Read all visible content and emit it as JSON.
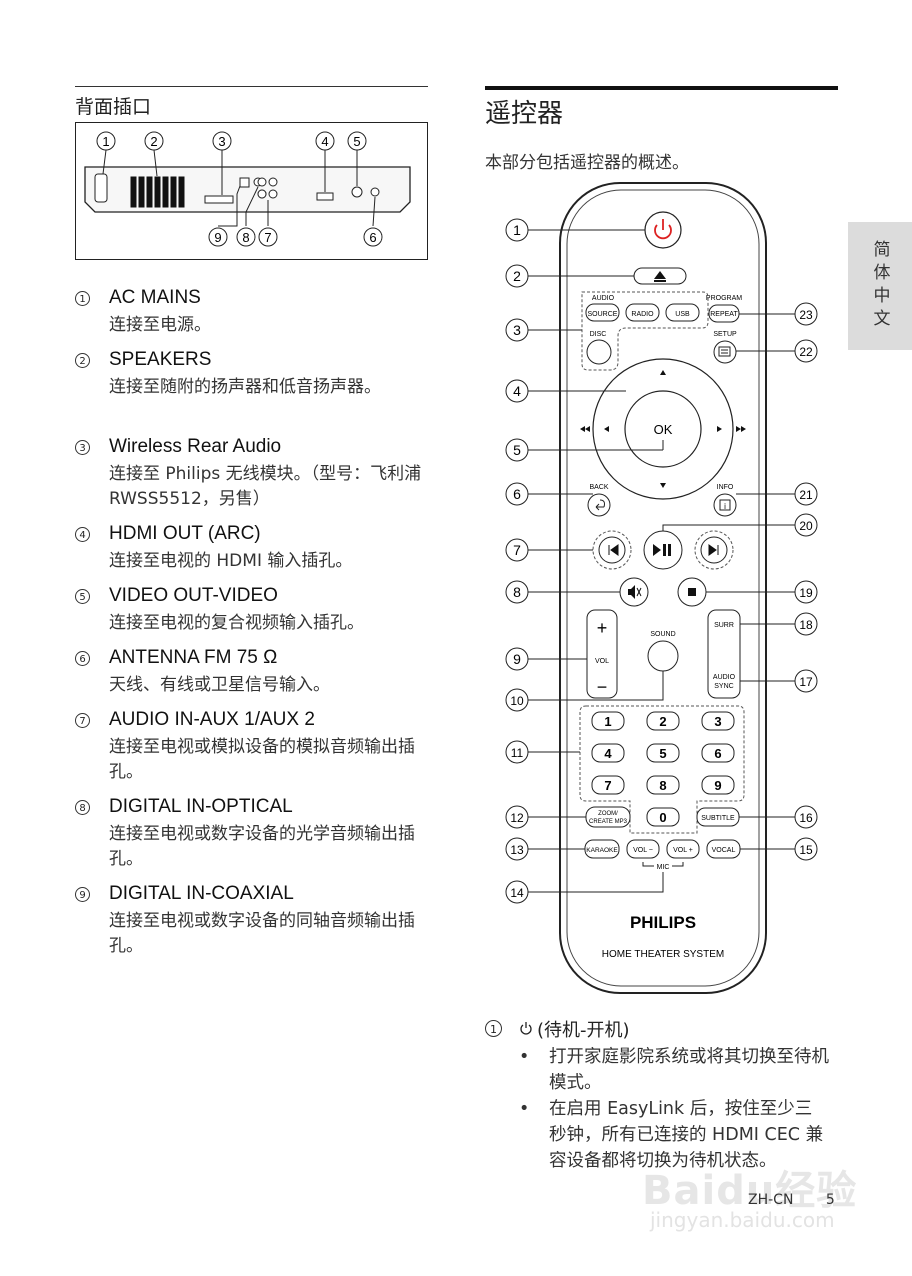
{
  "left_section": {
    "title": "背面插口",
    "panel_callouts": [
      "1",
      "2",
      "3",
      "4",
      "5",
      "9",
      "8",
      "7",
      "6"
    ],
    "items": [
      {
        "num": "1",
        "title": "AC MAINS",
        "desc": "连接至电源。"
      },
      {
        "num": "2",
        "title": "SPEAKERS",
        "desc": "连接至随附的扬声器和低音扬声器。"
      },
      {
        "num": "3",
        "title": "Wireless Rear Audio",
        "desc": "连接至 Philips 无线模块。（型号：飞利浦 RWSS5512，另售）"
      },
      {
        "num": "4",
        "title": "HDMI OUT (ARC)",
        "desc": "连接至电视的 HDMI 输入插孔。"
      },
      {
        "num": "5",
        "title": "VIDEO OUT-VIDEO",
        "desc": "连接至电视的复合视频输入插孔。"
      },
      {
        "num": "6",
        "title": "ANTENNA FM 75 Ω",
        "desc": "天线、有线或卫星信号输入。"
      },
      {
        "num": "7",
        "title": "AUDIO IN-AUX 1/AUX 2",
        "desc": "连接至电视或模拟设备的模拟音频输出插孔。"
      },
      {
        "num": "8",
        "title": "DIGITAL IN-OPTICAL",
        "desc": "连接至电视或数字设备的光学音频输出插孔。"
      },
      {
        "num": "9",
        "title": "DIGITAL IN-COAXIAL",
        "desc": "连接至电视或数字设备的同轴音频输出插孔。"
      }
    ]
  },
  "right_section": {
    "title": "遥控器",
    "intro": "本部分包括遥控器的概述。"
  },
  "remote": {
    "labels": {
      "audio": "AUDIO",
      "source": "SOURCE",
      "radio": "RADIO",
      "usb": "USB",
      "program": "PROGRAM",
      "repeat": "REPEAT",
      "disc": "DISC",
      "setup": "SETUP",
      "ok": "OK",
      "back": "BACK",
      "info": "INFO",
      "surr": "SURR",
      "sound": "SOUND",
      "vol": "VOL",
      "plus": "+",
      "minus": "−",
      "audio_sync_1": "AUDIO",
      "audio_sync_2": "SYNC",
      "zoom_1": "ZOOM/",
      "zoom_2": "CREATE MP3",
      "subtitle": "SUBTITLE",
      "karaoke": "KARAOKE",
      "vol_minus": "VOL −",
      "vol_plus": "VOL +",
      "vocal": "VOCAL",
      "mic": "MIC",
      "brand": "PHILIPS",
      "model": "HOME THEATER SYSTEM"
    },
    "digits": [
      "1",
      "2",
      "3",
      "4",
      "5",
      "6",
      "7",
      "8",
      "9",
      "0"
    ],
    "callouts": [
      "1",
      "2",
      "3",
      "4",
      "5",
      "6",
      "7",
      "8",
      "9",
      "10",
      "11",
      "12",
      "13",
      "14",
      "15",
      "16",
      "17",
      "18",
      "19",
      "20",
      "21",
      "22",
      "23"
    ]
  },
  "bottom_section": {
    "num": "1",
    "title": "(待机-开机)",
    "bullets": [
      "打开家庭影院系统或将其切换至待机模式。",
      "在启用 EasyLink 后，按住至少三秒钟，所有已连接的 HDMI CEC 兼容设备都将切换为待机状态。"
    ]
  },
  "side_tab": "简体中文",
  "footer": {
    "lang": "ZH-CN",
    "page": "5"
  },
  "watermark": {
    "main": "Baidu经验",
    "sub": "jingyan.baidu.com"
  }
}
